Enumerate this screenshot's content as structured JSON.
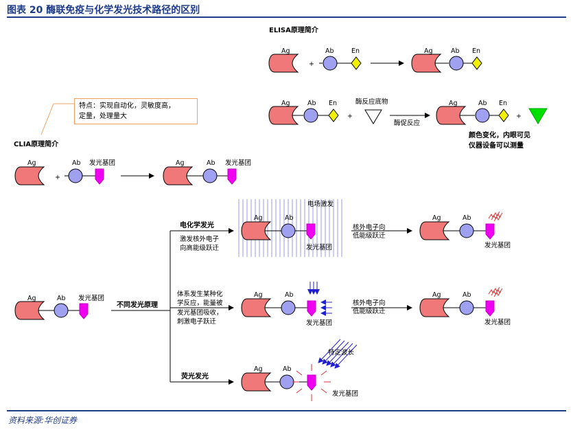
{
  "header": {
    "title": "图表 20   酶联免疫与化学发光技术路径的区别"
  },
  "footer": {
    "source": "资料来源:华创证券"
  },
  "labels": {
    "ag": "Ag",
    "ab": "Ab",
    "en": "En",
    "luminophore": "发光基团",
    "elisa_title": "ELISA原理简介",
    "substrate": "酶反应底物",
    "enzyme_reaction": "酶促反应",
    "color_change_1": "颜色变化，内眼可见",
    "color_change_2": "仪器设备可以测量",
    "clia_title": "CLIA原理简介",
    "note_line1": "特点：实现自动化，灵敏度高，",
    "note_line2": "定量，处理量大",
    "different_principle": "不同发光原理",
    "ecl": "电化学发光",
    "ecl_desc_1": "激发核外电子",
    "ecl_desc_2": "向高能级跃迁",
    "field_excitation": "电场激发",
    "transition_1": "核外电子向",
    "transition_2": "低能级跃迁",
    "chem_desc_1": "体系发生某种化",
    "chem_desc_2": "学反应，能量被",
    "chem_desc_3": "发光基团吸收，",
    "chem_desc_4": "刺激电子跃迁",
    "fluorescence": "荧光发光",
    "specific_wavelength": "特定波长",
    "plus": "+"
  },
  "colors": {
    "ag_fill": "#f07878",
    "ab_fill": "#a0a0f0",
    "en_fill": "#f0f000",
    "lum_fill": "#f000f0",
    "green_product": "#00e000",
    "header_blue": "#1f3c88",
    "note_border": "#f0a060",
    "ecl_lines": "#9a9aee",
    "light_red": "#e03030",
    "arrow_blue": "#2020d0"
  }
}
